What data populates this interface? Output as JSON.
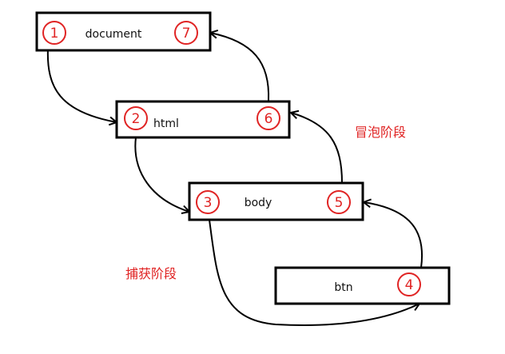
{
  "nodes": {
    "document": {
      "label": "document",
      "steps": [
        "1",
        "7"
      ]
    },
    "html": {
      "label": "html",
      "steps": [
        "2",
        "6"
      ]
    },
    "body": {
      "label": "body",
      "steps": [
        "3",
        "5"
      ]
    },
    "btn": {
      "label": "btn",
      "steps": [
        "4"
      ]
    }
  },
  "phases": {
    "capture": "捕获阶段",
    "bubble": "冒泡阶段"
  },
  "colors": {
    "accent": "#e02424",
    "line": "#000000"
  }
}
